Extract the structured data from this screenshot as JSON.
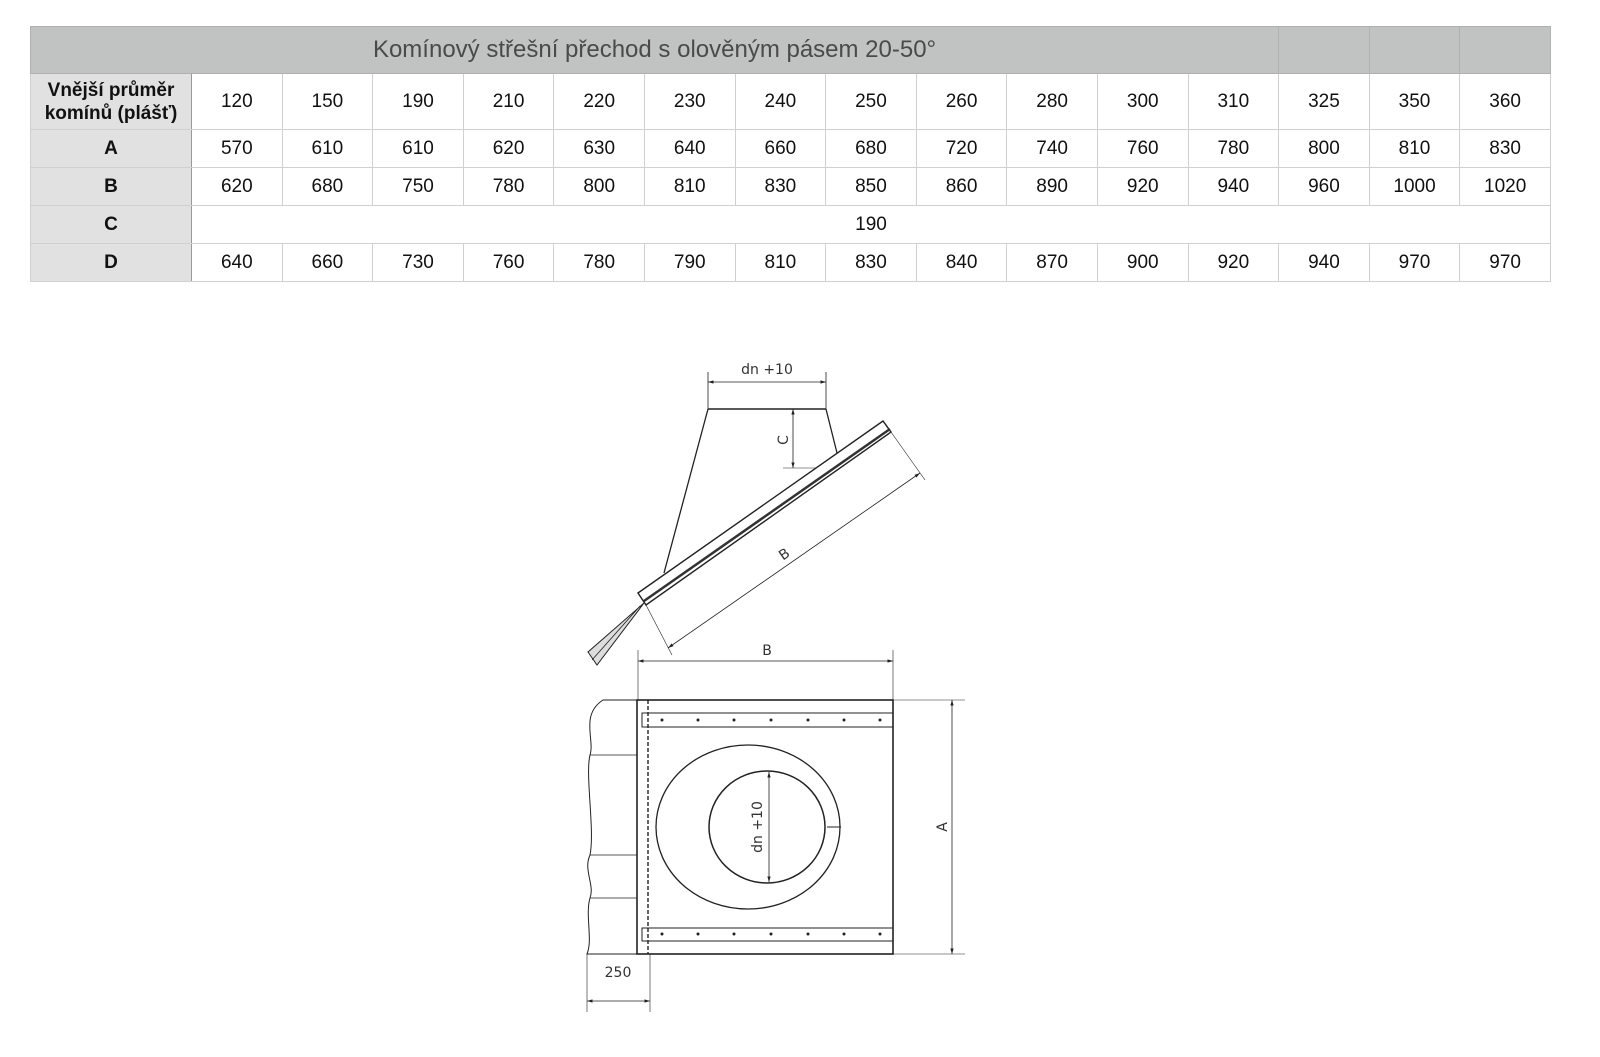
{
  "table": {
    "title": "Komínový střešní přechod s olověným pásem 20-50°",
    "header_label": "Vnější průměr komínů (plášť)",
    "diameters": [
      "120",
      "150",
      "190",
      "210",
      "220",
      "230",
      "240",
      "250",
      "260",
      "280",
      "300",
      "310",
      "325",
      "350",
      "360"
    ],
    "rows": [
      {
        "label": "A",
        "values": [
          "570",
          "610",
          "610",
          "620",
          "630",
          "640",
          "660",
          "680",
          "720",
          "740",
          "760",
          "780",
          "800",
          "810",
          "830"
        ]
      },
      {
        "label": "B",
        "values": [
          "620",
          "680",
          "750",
          "780",
          "800",
          "810",
          "830",
          "850",
          "860",
          "890",
          "920",
          "940",
          "960",
          "1000",
          "1020"
        ]
      },
      {
        "label": "C",
        "value": "190"
      },
      {
        "label": "D",
        "values": [
          "640",
          "660",
          "730",
          "760",
          "780",
          "790",
          "810",
          "830",
          "840",
          "870",
          "900",
          "920",
          "940",
          "970",
          "970"
        ]
      }
    ]
  },
  "diagram": {
    "top_width_label": "dn +10",
    "c_label": "C",
    "b_slant_label": "B",
    "b_horizontal_label": "B",
    "circle_label": "dn +10",
    "a_label": "A",
    "overlap_label": "250"
  }
}
